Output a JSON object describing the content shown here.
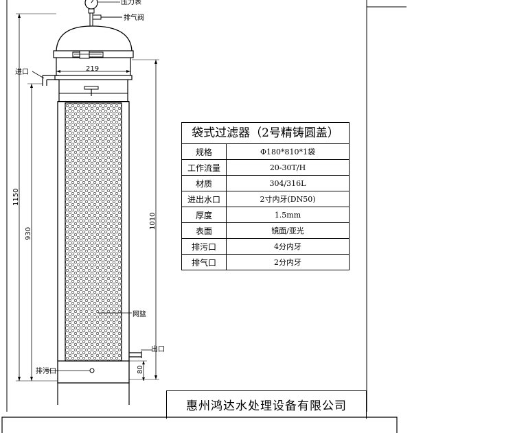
{
  "drawing": {
    "labels": {
      "pressure_gauge": "压力表",
      "vent_valve": "排气阀",
      "inlet": "进口",
      "outlet": "出口",
      "drain_outlet": "排污口",
      "basket": "网篮"
    },
    "dimensions": {
      "flange_width": "219",
      "overall_height": "1150",
      "body_height": "930",
      "basket_height": "1010",
      "leg_height": "80"
    }
  },
  "spec_table": {
    "title": "袋式过滤器（2号精铸圆盖）",
    "rows": [
      {
        "label": "规格",
        "value": "Φ180*810*1袋"
      },
      {
        "label": "工作流量",
        "value": "20-30T/H"
      },
      {
        "label": "材质",
        "value": "304/316L"
      },
      {
        "label": "进出水口",
        "value": "2寸内牙(DN50)"
      },
      {
        "label": "厚度",
        "value": "1.5mm"
      },
      {
        "label": "表面",
        "value": "镜面/亚光"
      },
      {
        "label": "排污口",
        "value": "4分内牙"
      },
      {
        "label": "排气口",
        "value": "2分内牙"
      }
    ]
  },
  "company": "惠州鸿达水处理设备有限公司"
}
